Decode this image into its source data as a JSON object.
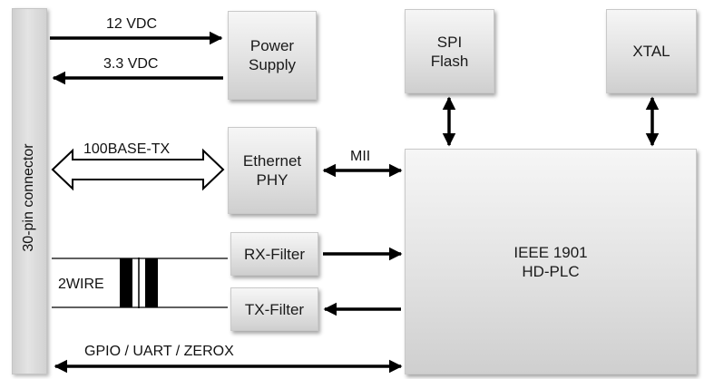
{
  "connector": {
    "label": "30-pin connector"
  },
  "blocks": {
    "power_supply": "Power\nSupply",
    "spi_flash": "SPI\nFlash",
    "xtal": "XTAL",
    "ethernet_phy": "Ethernet\nPHY",
    "hd_plc": "IEEE 1901\nHD-PLC",
    "rx_filter": "RX-Filter",
    "tx_filter": "TX-Filter"
  },
  "signals": {
    "v12": "12 VDC",
    "v33": "3.3 VDC",
    "ethernet": "100BASE-TX",
    "mii": "MII",
    "twowire": "2WIRE",
    "gpio": "GPIO / UART / ZEROX"
  },
  "colors": {
    "line": "#000000",
    "block_light": "#f6f6f6",
    "block_dark": "#cfcfcf"
  }
}
